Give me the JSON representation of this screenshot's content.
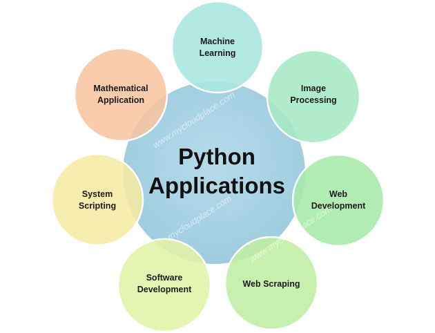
{
  "center": {
    "line1": "Python",
    "line2": "Applications",
    "color": "#a9d1e2"
  },
  "nodes": [
    {
      "id": "machine-learning",
      "line1": "Machine",
      "line2": "Learning",
      "color": "#a8e6df"
    },
    {
      "id": "image-processing",
      "line1": "Image",
      "line2": "Processing",
      "color": "#a6e9c3"
    },
    {
      "id": "web-development",
      "line1": "Web",
      "line2": "Development",
      "color": "#a6eba9"
    },
    {
      "id": "web-scraping",
      "line1": "Web Scraping",
      "line2": "",
      "color": "#bfeea3"
    },
    {
      "id": "software-development",
      "line1": "Software",
      "line2": "Development",
      "color": "#e3f2a6"
    },
    {
      "id": "system-scripting",
      "line1": "System",
      "line2": "Scripting",
      "color": "#f5eba3"
    },
    {
      "id": "mathematical-application",
      "line1": "Mathematical",
      "line2": "Application",
      "color": "#f7c5a0"
    }
  ],
  "watermark": "www.mycloudplace.com"
}
